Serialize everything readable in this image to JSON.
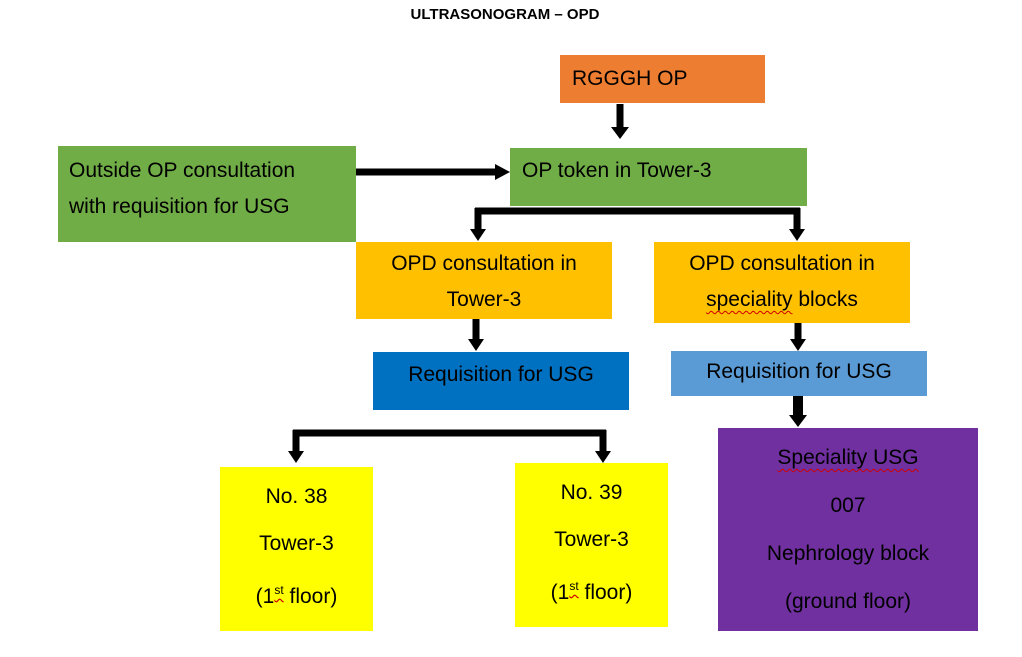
{
  "title": "ULTRASONOGRAM – OPD",
  "colors": {
    "orange": "#ED7D31",
    "green": "#70AD47",
    "gold": "#FFC000",
    "blue_dark": "#0070C0",
    "blue_light": "#5B9BD5",
    "yellow": "#FFFF00",
    "purple": "#7030A0"
  },
  "nodes": {
    "rgggh": {
      "text": "RGGGH OP"
    },
    "outside": {
      "line1": "Outside OP consultation",
      "line2": "with requisition for USG"
    },
    "token": {
      "text": "OP token in Tower-3"
    },
    "opd_tower": {
      "line1": "OPD consultation in",
      "line2": "Tower-3"
    },
    "opd_spec": {
      "line1": "OPD consultation in",
      "line2": "speciality blocks"
    },
    "req_left": {
      "text": "Requisition for USG"
    },
    "req_right": {
      "text": "Requisition for USG"
    },
    "no38": {
      "line1": "No. 38",
      "line2": "Tower-3",
      "floor_pre": "(1",
      "floor_sup": "st",
      "floor_post": " floor)"
    },
    "no39": {
      "line1": "No. 39",
      "line2": "Tower-3",
      "floor_pre": "(1",
      "floor_sup": "st",
      "floor_post": " floor)"
    },
    "spec_usg": {
      "line1": "Speciality USG",
      "line2": "007",
      "line3": "Nephrology block",
      "line4": "(ground floor)"
    }
  }
}
